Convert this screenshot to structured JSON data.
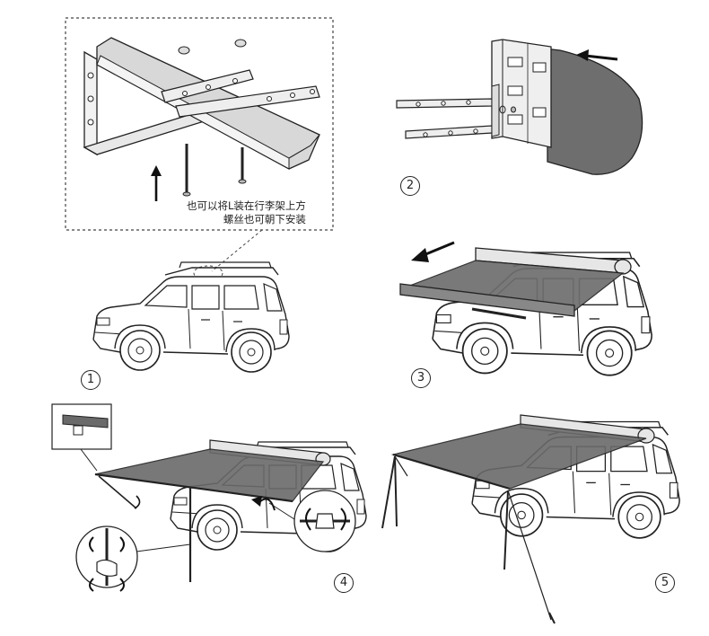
{
  "colors": {
    "line": "#222222",
    "fabric": "#6e6e6e",
    "fabric_dark": "#5a5a5a",
    "rail": "#e6e6e6",
    "background": "#ffffff"
  },
  "steps": {
    "step1": {
      "number": "1"
    },
    "step2": {
      "number": "2"
    },
    "step3": {
      "number": "3"
    },
    "step4": {
      "number": "4"
    },
    "step5": {
      "number": "5"
    }
  },
  "detail_note": {
    "line1": "也可以将L装在行李架上方",
    "line2": "螺丝也可朝下安装"
  }
}
